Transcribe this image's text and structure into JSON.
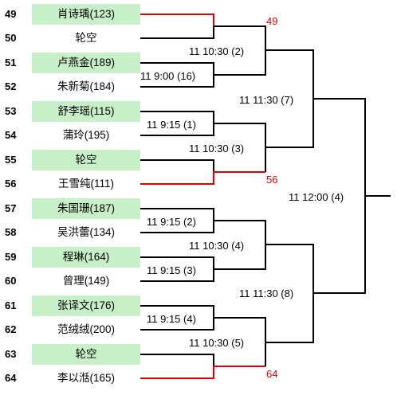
{
  "players": [
    {
      "seed": "49",
      "name": "肖诗瑀(123)",
      "highlight": true
    },
    {
      "seed": "50",
      "name": "轮空",
      "highlight": false
    },
    {
      "seed": "51",
      "name": "卢燕金(189)",
      "highlight": true
    },
    {
      "seed": "52",
      "name": "朱新菊(184)",
      "highlight": false
    },
    {
      "seed": "53",
      "name": "舒李瑶(115)",
      "highlight": true
    },
    {
      "seed": "54",
      "name": "蒲玲(195)",
      "highlight": false
    },
    {
      "seed": "55",
      "name": "轮空",
      "highlight": true
    },
    {
      "seed": "56",
      "name": "王雪纯(111)",
      "highlight": false
    },
    {
      "seed": "57",
      "name": "朱国珊(187)",
      "highlight": true
    },
    {
      "seed": "58",
      "name": "吴洪蕾(134)",
      "highlight": false
    },
    {
      "seed": "59",
      "name": "程琳(164)",
      "highlight": true
    },
    {
      "seed": "60",
      "name": "曾理(149)",
      "highlight": false
    },
    {
      "seed": "61",
      "name": "张译文(176)",
      "highlight": true
    },
    {
      "seed": "62",
      "name": "范绒绒(200)",
      "highlight": false
    },
    {
      "seed": "63",
      "name": "轮空",
      "highlight": true
    },
    {
      "seed": "64",
      "name": "李以湉(165)",
      "highlight": false
    }
  ],
  "round1": [
    "11 9:00 (16)",
    "11 9:15 (1)",
    "11 9:15 (2)",
    "11 9:15 (3)",
    "11 9:15 (4)"
  ],
  "round2": [
    "11 10:30 (2)",
    "11 10:30 (3)",
    "11 10:30 (4)",
    "11 10:30 (5)"
  ],
  "round3": [
    "11 11:30 (7)",
    "11 11:30 (8)"
  ],
  "round4": [
    "11 12:00 (4)"
  ],
  "walkover_winners": [
    "49",
    "56",
    "64"
  ],
  "colors": {
    "highlight": "#c8f0c8",
    "line": "#000000",
    "advance": "#e00000"
  }
}
